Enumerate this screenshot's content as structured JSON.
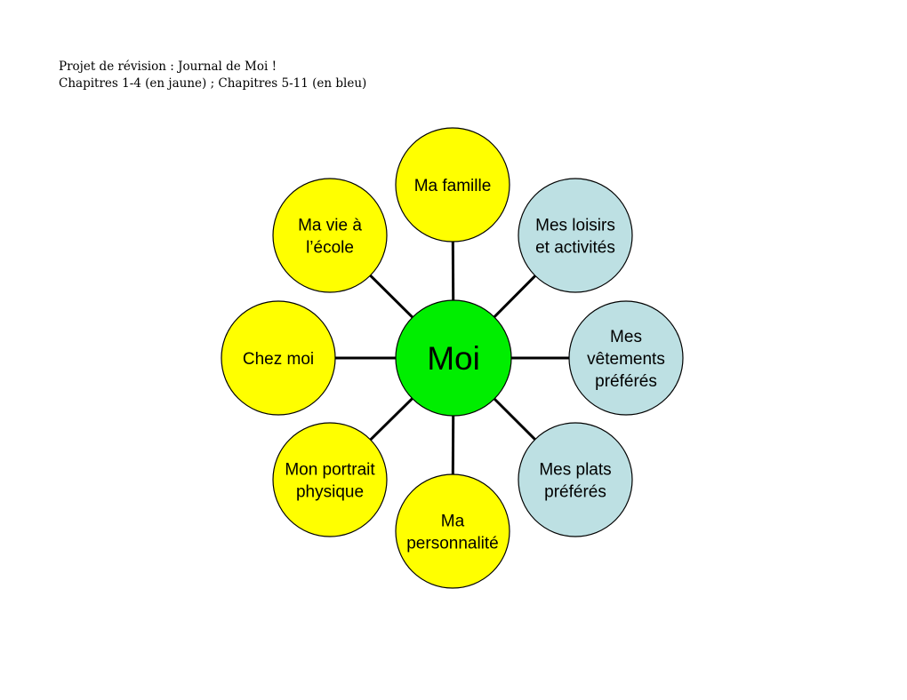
{
  "header": {
    "line1": "Projet de révision : Journal de Moi !",
    "line2": "Chapitres 1-4 (en jaune) ; Chapitres 5-11 (en bleu)"
  },
  "colors": {
    "center": "#00ee00",
    "chapters_1_4": "#ffff00",
    "chapters_5_11": "#bde0e3",
    "stroke": "#000000"
  },
  "diagram": {
    "center": {
      "label": "Moi"
    },
    "nodes": [
      {
        "id": "ma-famille",
        "lines": [
          "Ma famille"
        ],
        "group": "chapters_1_4"
      },
      {
        "id": "mes-loisirs",
        "lines": [
          "Mes loisirs",
          "et activités"
        ],
        "group": "chapters_5_11"
      },
      {
        "id": "mes-vetements",
        "lines": [
          "Mes",
          "vêtements",
          "préférés"
        ],
        "group": "chapters_5_11"
      },
      {
        "id": "mes-plats",
        "lines": [
          "Mes plats",
          "préférés"
        ],
        "group": "chapters_5_11"
      },
      {
        "id": "ma-personnalite",
        "lines": [
          "Ma",
          "personnalité"
        ],
        "group": "chapters_1_4"
      },
      {
        "id": "mon-portrait",
        "lines": [
          "Mon portrait",
          "physique"
        ],
        "group": "chapters_1_4"
      },
      {
        "id": "chez-moi",
        "lines": [
          "Chez moi"
        ],
        "group": "chapters_1_4"
      },
      {
        "id": "ma-vie",
        "lines": [
          "Ma vie à",
          "l’école"
        ],
        "group": "chapters_1_4"
      }
    ]
  }
}
